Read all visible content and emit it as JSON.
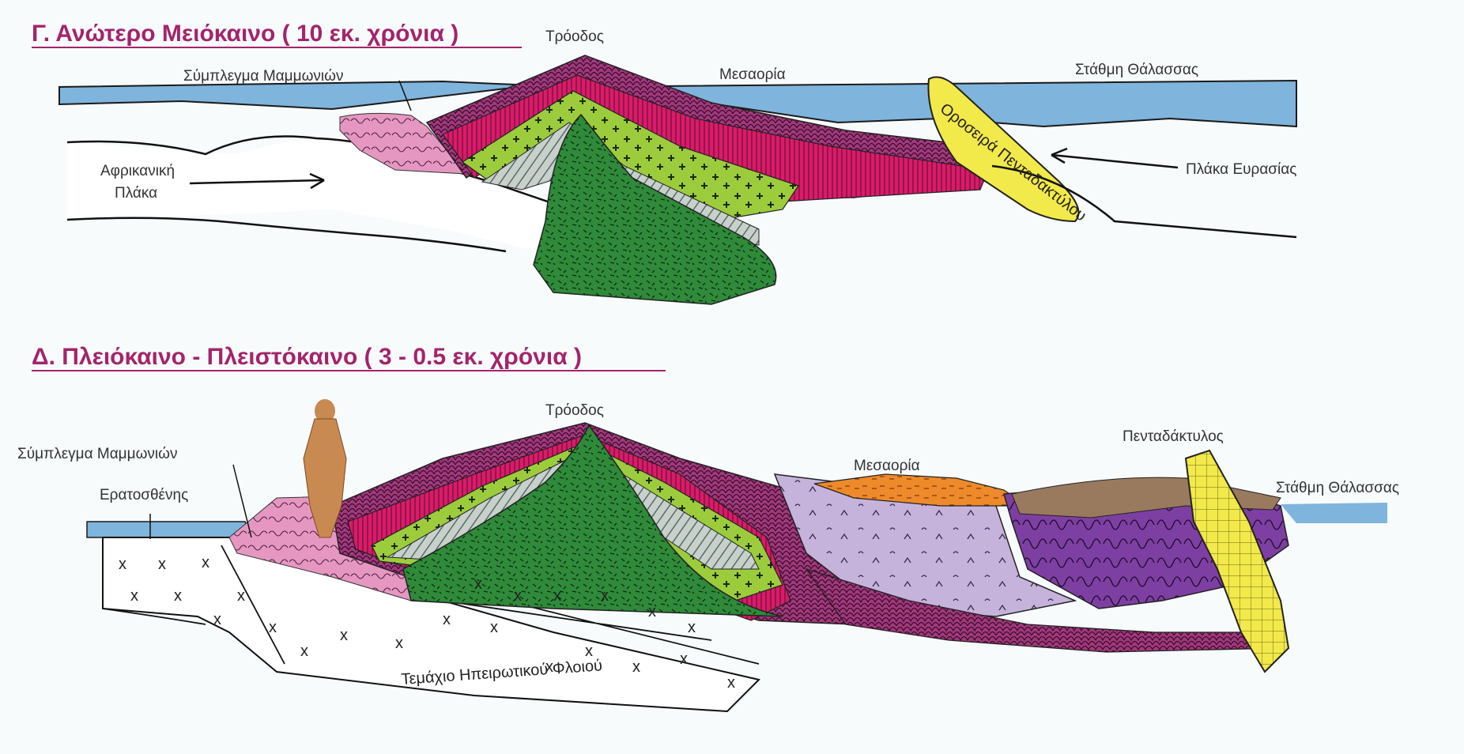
{
  "panel_c": {
    "title": "Γ. Ανώτερο Μειόκαινο ( 10 εκ. χρόνια )",
    "labels": {
      "troodos": "Τρόοδος",
      "mamonia": "Σύμπλεγμα Μαμμωνιών",
      "mesaoria": "Μεσαορία",
      "sea_level": "Στάθμη Θάλασσας",
      "african_plate_line1": "Αφρικανική",
      "african_plate_line2": "Πλάκα",
      "eurasian_plate": "Πλάκα Ευρασίας",
      "pentadaktylos_range": "Οροσειρά Πενταδακτύλου"
    }
  },
  "panel_d": {
    "title": "Δ. Πλειόκαινο - Πλειστόκαινο ( 3 - 0.5 εκ. χρόνια )",
    "labels": {
      "troodos": "Τρόοδος",
      "mamonia": "Σύμπλεγμα Μαμμωνιών",
      "eratosthenes": "Ερατοσθένης",
      "mesaoria": "Μεσαορία",
      "pentadaktylos": "Πενταδάκτυλος",
      "sea_level": "Στάθμη Θάλασσας",
      "continental_crust": "Τεμάχιο Ηπειρωτικού Φλοιού"
    }
  },
  "colors": {
    "title": "#a4246b",
    "sea": "#7fb4dc",
    "pillow_lava": "#a03a7c",
    "sheeted_dykes": "#d81c6a",
    "gabbro": "#9ccc3c",
    "mantle": "#2f8a3a",
    "mamonia": "#e597c2",
    "pentadaktylos": "#f2e94a",
    "mesaoria_sediments": "#ef8a2a",
    "flysch": "#7e3fa2",
    "lavender": "#c6b3dc",
    "brown_cover": "#9a7a5e"
  }
}
